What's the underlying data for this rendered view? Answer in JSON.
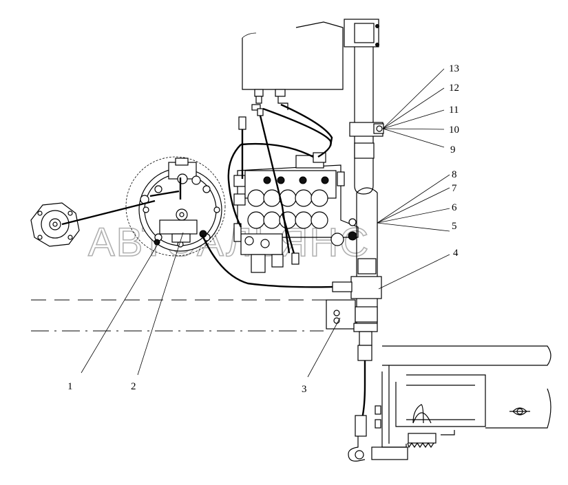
{
  "watermark": "АВТОАЛЬЯНС",
  "callouts": [
    {
      "id": "1",
      "label": "1"
    },
    {
      "id": "2",
      "label": "2"
    },
    {
      "id": "3",
      "label": "3"
    },
    {
      "id": "4",
      "label": "4"
    },
    {
      "id": "5",
      "label": "5"
    },
    {
      "id": "6",
      "label": "6"
    },
    {
      "id": "7",
      "label": "7"
    },
    {
      "id": "8",
      "label": "8"
    },
    {
      "id": "9",
      "label": "9"
    },
    {
      "id": "10",
      "label": "10"
    },
    {
      "id": "11",
      "label": "11"
    },
    {
      "id": "12",
      "label": "12"
    },
    {
      "id": "13",
      "label": "13"
    }
  ]
}
